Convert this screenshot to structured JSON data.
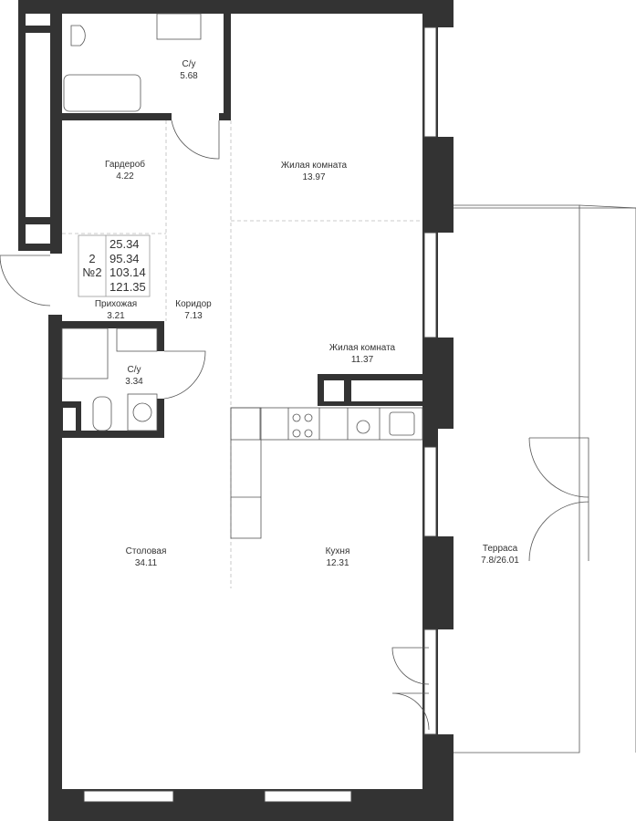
{
  "rooms": [
    {
      "name": "С/у",
      "area": "5.68"
    },
    {
      "name": "Гардероб",
      "area": "4.22"
    },
    {
      "name": "Прихожая",
      "area": "3.21"
    },
    {
      "name": "Коридор",
      "area": "7.13"
    },
    {
      "name": "С/у",
      "area": "3.34"
    },
    {
      "name": "Жилая комната",
      "area": "13.97"
    },
    {
      "name": "Жилая комната",
      "area": "11.37"
    },
    {
      "name": "Столовая",
      "area": "34.11"
    },
    {
      "name": "Кухня",
      "area": "12.31"
    },
    {
      "name": "Терраса",
      "area": "7.8/26.01"
    }
  ],
  "summary": {
    "rooms_count": "2",
    "number": "№2",
    "values": [
      "25.34",
      "95.34",
      "103.14",
      "121.35"
    ]
  },
  "colors": {
    "wall": "#333333",
    "line": "#555555"
  }
}
